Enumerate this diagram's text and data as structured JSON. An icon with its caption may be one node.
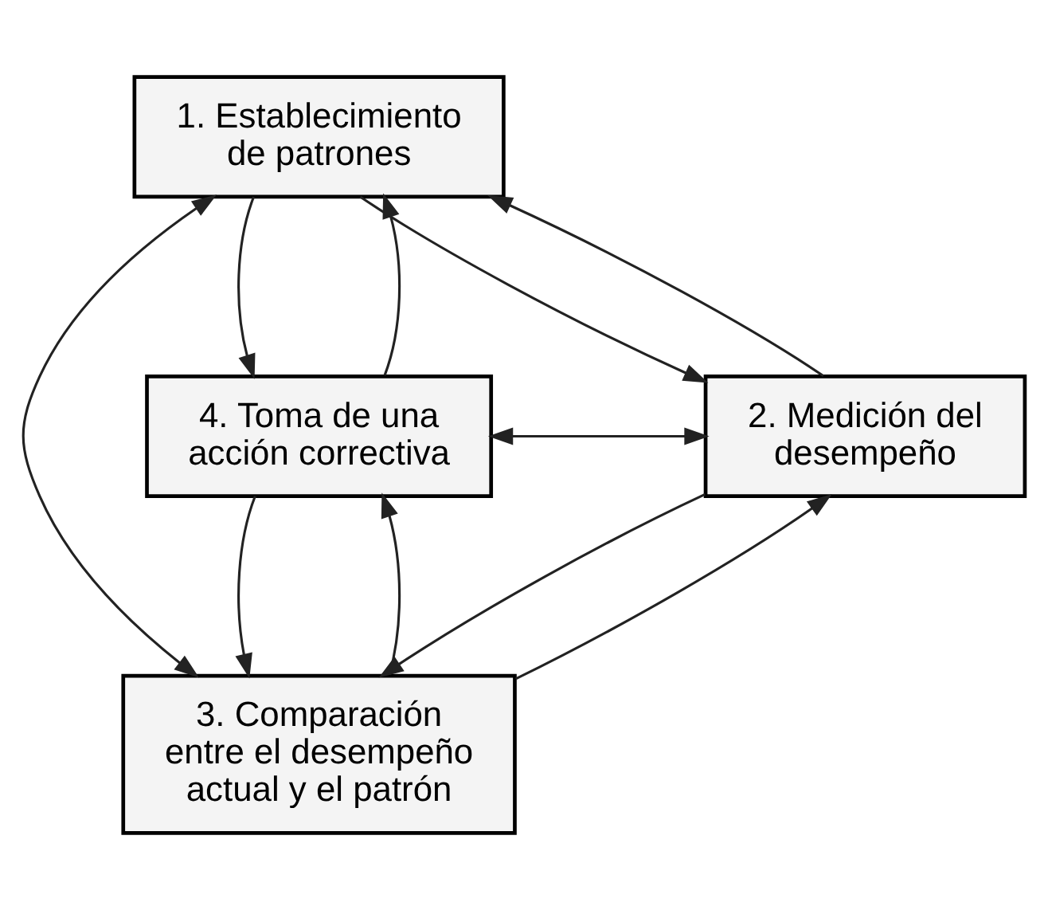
{
  "diagram": {
    "nodes": [
      {
        "text": [
          "1. Establecimiento de patrones"
        ]
      },
      {
        "text": [
          "2. Medición del desempeño"
        ]
      },
      {
        "text": [
          "3. Comparación entre el desempeño actual y el patrón"
        ]
      },
      {
        "text": [
          "4. Toma de una acción correctiva"
        ]
      }
    ],
    "edges": [
      {
        "from": 0,
        "to": 1,
        "arrow": "to"
      },
      {
        "from": 1,
        "to": 0,
        "arrow": "to"
      },
      {
        "from": 1,
        "to": 2,
        "arrow": "to"
      },
      {
        "from": 2,
        "to": 1,
        "arrow": "to"
      },
      {
        "from": 2,
        "to": 3,
        "arrow": "to"
      },
      {
        "from": 3,
        "to": 2,
        "arrow": "to"
      },
      {
        "from": 3,
        "to": 0,
        "arrow": "to"
      },
      {
        "from": 0,
        "to": 3,
        "arrow": "to"
      },
      {
        "from": 0,
        "to": 2,
        "arrow": "both"
      },
      {
        "from": 3,
        "to": 1,
        "arrow": "both"
      }
    ]
  }
}
